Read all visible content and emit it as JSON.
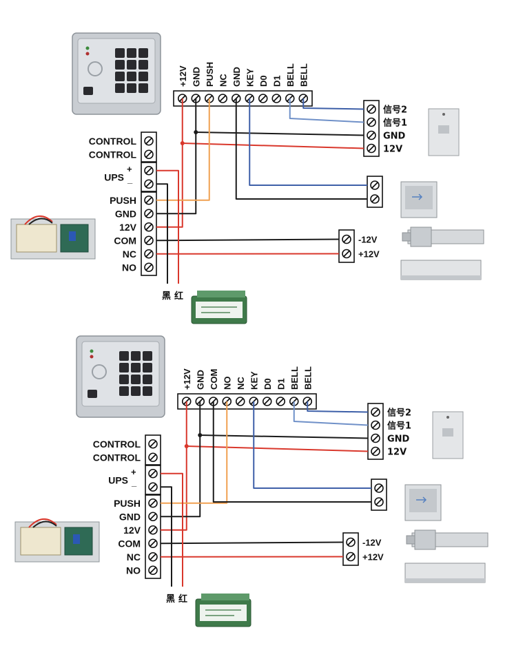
{
  "diagram1": {
    "keypad_terminals": [
      "+12V",
      "GND",
      "PUSH",
      "NC",
      "GND",
      "KEY",
      "D0",
      "D1",
      "BELL",
      "BELL"
    ],
    "power_terminals": [
      "CONTROL",
      "CONTROL",
      "UPS",
      "",
      "PUSH",
      "GND",
      "12V",
      "COM",
      "NC",
      "NO"
    ],
    "ups_plus": "+",
    "ups_minus": "_",
    "bell_terminals": [
      "信号2",
      "信号1",
      "GND",
      "12V"
    ],
    "lock_terminals": [
      "-12V",
      "+12V"
    ],
    "battery_wires": [
      "黑",
      "红"
    ]
  },
  "diagram2": {
    "keypad_terminals": [
      "+12V",
      "GND",
      "COM",
      "NO",
      "NC",
      "KEY",
      "D0",
      "D1",
      "BELL",
      "BELL"
    ],
    "power_terminals": [
      "CONTROL",
      "CONTROL",
      "UPS",
      "",
      "PUSH",
      "GND",
      "12V",
      "COM",
      "NC",
      "NO"
    ],
    "ups_plus": "+",
    "ups_minus": "_",
    "bell_terminals": [
      "信号2",
      "信号1",
      "GND",
      "12V"
    ],
    "lock_terminals": [
      "-12V",
      "+12V"
    ],
    "battery_wires": [
      "黑",
      "红"
    ]
  },
  "colors": {
    "red_wire": "#d9372b",
    "black_wire": "#1a1a1a",
    "orange_wire": "#f0a050",
    "blue_wire": "#3d5fa8",
    "light_blue_wire": "#6f90c8",
    "battery_green": "#3f7a4a"
  },
  "icons": [
    "keypad-icon",
    "power-supply-icon",
    "battery-icon",
    "doorbell-icon",
    "exit-button-icon",
    "bolt-lock-icon",
    "magnetic-lock-icon"
  ]
}
